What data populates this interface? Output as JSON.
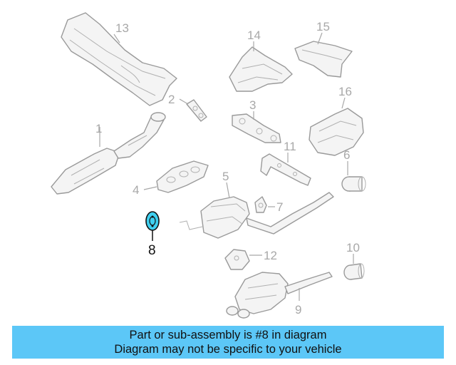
{
  "callouts": {
    "c1": "1",
    "c2": "2",
    "c3": "3",
    "c4": "4",
    "c5": "5",
    "c6": "6",
    "c7": "7",
    "c8": "8",
    "c9": "9",
    "c10": "10",
    "c11": "11",
    "c12": "12",
    "c13": "13",
    "c14": "14",
    "c15": "15",
    "c16": "16"
  },
  "highlighted_part": "8",
  "colors": {
    "banner": "#5cc7f7",
    "highlight": "#3fd0f0",
    "line": "#9a9a9a"
  },
  "banner": {
    "line1": "Part or sub-assembly is #8 in diagram",
    "line2": "Diagram may not be specific to your vehicle"
  }
}
